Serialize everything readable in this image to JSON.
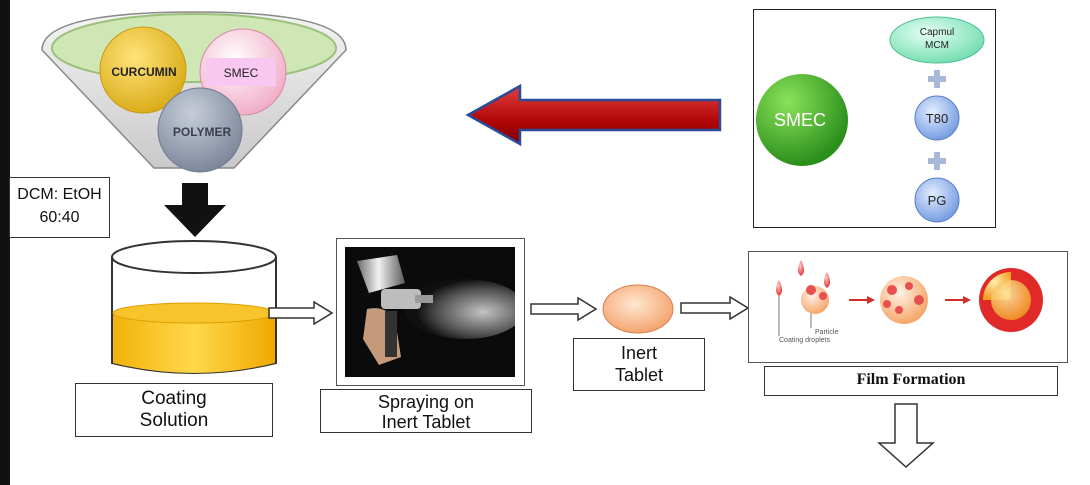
{
  "funnel": {
    "circle_curcumin": "CURCUMIN",
    "circle_smec": "SMEC",
    "circle_polymer": "POLYMER"
  },
  "solvent": {
    "line1": "DCM: EtOH",
    "line2": "60:40"
  },
  "beaker": {
    "line1": "Coating",
    "line2": "Solution"
  },
  "spraying": {
    "line1": "Spraying on",
    "line2": "Inert Tablet"
  },
  "tablet": {
    "line1": "Inert",
    "line2": "Tablet"
  },
  "film": {
    "title": "Film Formation",
    "particle_label": "Particle",
    "droplets_label": "Coating droplets"
  },
  "smec_composition": {
    "main": "SMEC",
    "component1_line1": "Capmul",
    "component1_line2": "MCM",
    "component2": "T80",
    "component3": "PG"
  },
  "colors": {
    "curcumin": "#e8c531",
    "smec": "#f7c6d7",
    "polymer": "#9aa4b6",
    "arrow_red": "#b40a0a",
    "coating_liquid": "#f1b410",
    "smec_main_green": "#3db32a",
    "capmul": "#8ee3c0",
    "component_blue": "#8fb1e8",
    "plus": "#9fb4d6"
  }
}
